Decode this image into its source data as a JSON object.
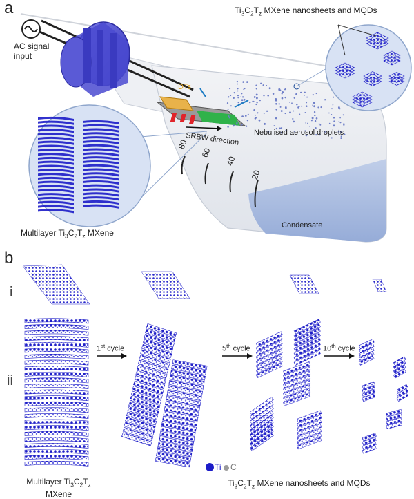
{
  "panel_a": {
    "letter": "a",
    "ac_signal_line1": "AC signal",
    "ac_signal_line2": "input",
    "idts": "IDTs",
    "srbw": "SRBW direction",
    "nebulised": "Nebulised aerosol droplets",
    "condensate": "Condensate",
    "scale_marks": [
      "80",
      "60",
      "40",
      "20"
    ],
    "top_right_label": {
      "pre": "Ti",
      "s1": "3",
      "mid1": "C",
      "s2": "2",
      "mid2": "T",
      "s3": "z",
      "post": " MXene nanosheets and MQDs"
    },
    "multilayer_label": {
      "pre": "Multilayer Ti",
      "s1": "3",
      "mid1": "C",
      "s2": "2",
      "mid2": "T",
      "s3": "z",
      "post": " MXene"
    }
  },
  "panel_b": {
    "letter": "b",
    "row_i": "i",
    "row_ii": "ii",
    "cycle1": {
      "num": "1",
      "sup": "st",
      "word": " cycle"
    },
    "cycle5": {
      "num": "5",
      "sup": "th",
      "word": " cycle"
    },
    "cycle10": {
      "num": "10",
      "sup": "th",
      "word": " cycle"
    },
    "legend": {
      "ti": "Ti",
      "c": "C"
    },
    "bottom_left": {
      "pre": "Multilayer Ti",
      "s1": "3",
      "mid1": "C",
      "s2": "2",
      "mid2": "T",
      "s3": "z",
      "line2": "MXene"
    },
    "bottom_right": {
      "pre": "Ti",
      "s1": "3",
      "mid1": "C",
      "s2": "2",
      "mid2": "T",
      "s3": "z",
      "post": " MXene nanosheets and MQDs"
    }
  },
  "colors": {
    "ti_blue": "#1c1cc8",
    "c_grey": "#9a9a9a",
    "cap_purple": "#5a5ad6",
    "chip_red": "#e0242a",
    "chip_green": "#2fb24a",
    "idt_gold": "#e0a520",
    "inset_bg": "#d8e2f4"
  }
}
